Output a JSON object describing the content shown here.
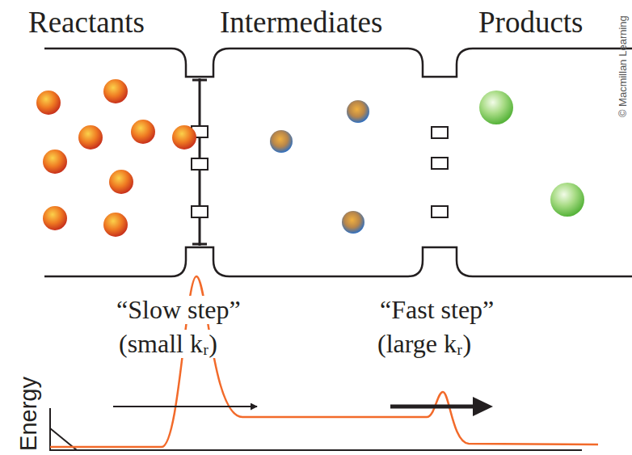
{
  "diagram": {
    "labels": [
      "Reactants",
      "Intermediates",
      "Products",
      "© Macmillan Learning",
      "“Slow step”",
      "(small kᵣ)",
      "“Fast step”",
      "(large kᵣ)",
      "Energy"
    ]
  }
}
